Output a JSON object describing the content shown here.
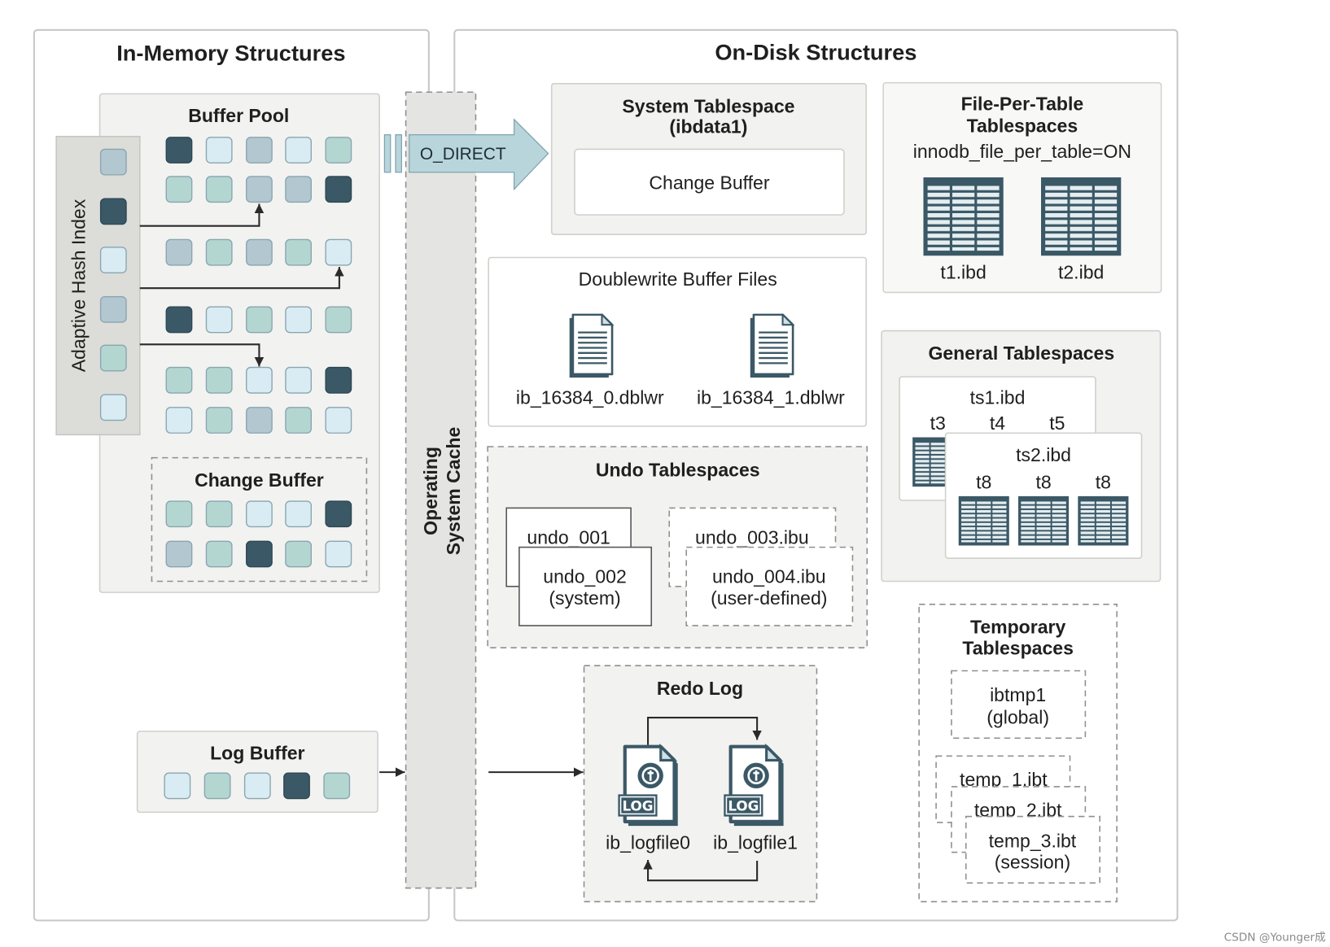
{
  "in_memory": {
    "title": "In-Memory Structures",
    "buffer_pool": {
      "title": "Buffer Pool",
      "pages": [
        [
          "dark",
          "pale",
          "gray",
          "pale",
          "teal"
        ],
        [
          "teal",
          "teal",
          "gray",
          "gray",
          "dark"
        ],
        [
          "gray",
          "teal",
          "gray",
          "teal",
          "pale"
        ],
        [
          "dark",
          "pale",
          "teal",
          "pale",
          "teal"
        ],
        [
          "teal",
          "teal",
          "pale",
          "pale",
          "dark"
        ],
        [
          "pale",
          "teal",
          "gray",
          "teal",
          "pale"
        ]
      ]
    },
    "adaptive_hash_index": {
      "label": "Adaptive Hash Index",
      "entries": [
        "gray",
        "dark",
        "pale",
        "gray",
        "teal",
        "pale"
      ]
    },
    "change_buffer": {
      "title": "Change Buffer",
      "pages": [
        [
          "teal",
          "teal",
          "pale",
          "pale",
          "dark"
        ],
        [
          "gray",
          "teal",
          "dark",
          "teal",
          "pale"
        ]
      ]
    },
    "log_buffer": {
      "title": "Log Buffer",
      "pages": [
        "pale",
        "teal",
        "pale",
        "dark",
        "teal"
      ]
    }
  },
  "os_cache": {
    "title_lines": [
      "Operating",
      "System Cache"
    ],
    "o_direct_label": "O_DIRECT"
  },
  "on_disk": {
    "title": "On-Disk Structures",
    "system_tablespace": {
      "title": "System Tablespace",
      "file": "(ibdata1)",
      "change_buffer": "Change Buffer"
    },
    "file_per_table": {
      "title_lines": [
        "File-Per-Table",
        "Tablespaces"
      ],
      "setting": "innodb_file_per_table=ON",
      "files": [
        "t1.ibd",
        "t2.ibd"
      ]
    },
    "doublewrite": {
      "title": "Doublewrite Buffer Files",
      "files": [
        "ib_16384_0.dblwr",
        "ib_16384_1.dblwr"
      ]
    },
    "general_tablespaces": {
      "title": "General Tablespaces",
      "ts1": {
        "file": "ts1.ibd",
        "tables": [
          "t3",
          "t4",
          "t5"
        ]
      },
      "ts2": {
        "file": "ts2.ibd",
        "tables": [
          "t8",
          "t8",
          "t8"
        ]
      }
    },
    "undo_tablespaces": {
      "title": "Undo Tablespaces",
      "files": [
        {
          "name": "undo_001"
        },
        {
          "name": "undo_002",
          "note": "(system)"
        },
        {
          "name": "undo_003.ibu"
        },
        {
          "name": "undo_004.ibu",
          "note": "(user-defined)"
        }
      ]
    },
    "redo_log": {
      "title": "Redo Log",
      "icon_label": "LOG",
      "files": [
        "ib_logfile0",
        "ib_logfile1"
      ]
    },
    "temporary_tablespaces": {
      "title_lines": [
        "Temporary",
        "Tablespaces"
      ],
      "global": {
        "file": "ibtmp1",
        "note": "(global)"
      },
      "session": {
        "files": [
          "temp_1.ibt",
          "temp_2.ibt",
          "temp_3.ibt"
        ],
        "note": "(session)"
      }
    }
  },
  "palette": {
    "dark": "#3b5866",
    "teal": "#b4d6d1",
    "pale": "#d9ecf3",
    "gray": "#b3c7d1",
    "accent_arrow": "#b9d5dc"
  },
  "watermark": "CSDN @Younger成"
}
